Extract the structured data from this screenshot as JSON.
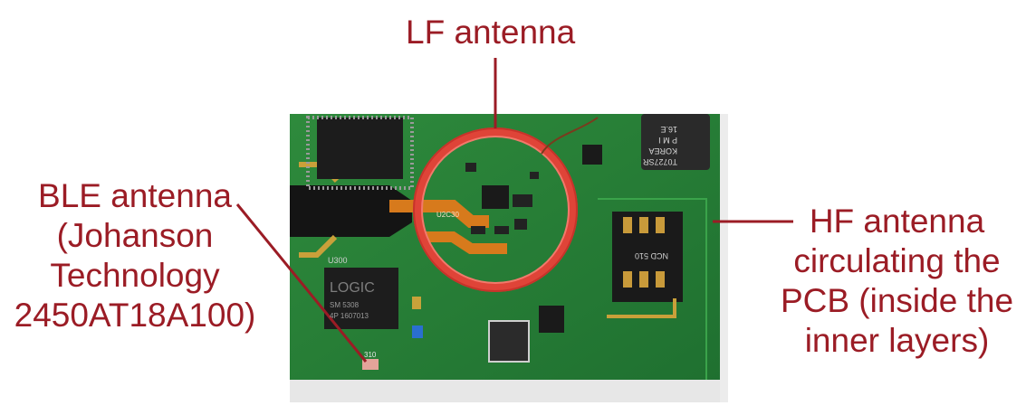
{
  "labels": {
    "lf": "LF antenna",
    "ble": [
      "BLE antenna",
      "(Johanson",
      "Technology",
      "2450AT18A100)"
    ],
    "hf": [
      "HF antenna",
      "circulating the",
      "PCB (inside the",
      "inner layers)"
    ]
  },
  "chip_markings": {
    "logic_chip": [
      "U300",
      "LOGIC",
      "SM 5308",
      "4P 1607013"
    ],
    "module": [
      "T0727SR",
      "KOREA",
      "P M I",
      "16.E"
    ],
    "connector": "NCD 510",
    "ble_tag": "310",
    "flex_ref": "U2C30"
  },
  "colors": {
    "label": "#9b1c25",
    "pcb": "#2f8a3a",
    "copper_coil": "#e0473c"
  }
}
